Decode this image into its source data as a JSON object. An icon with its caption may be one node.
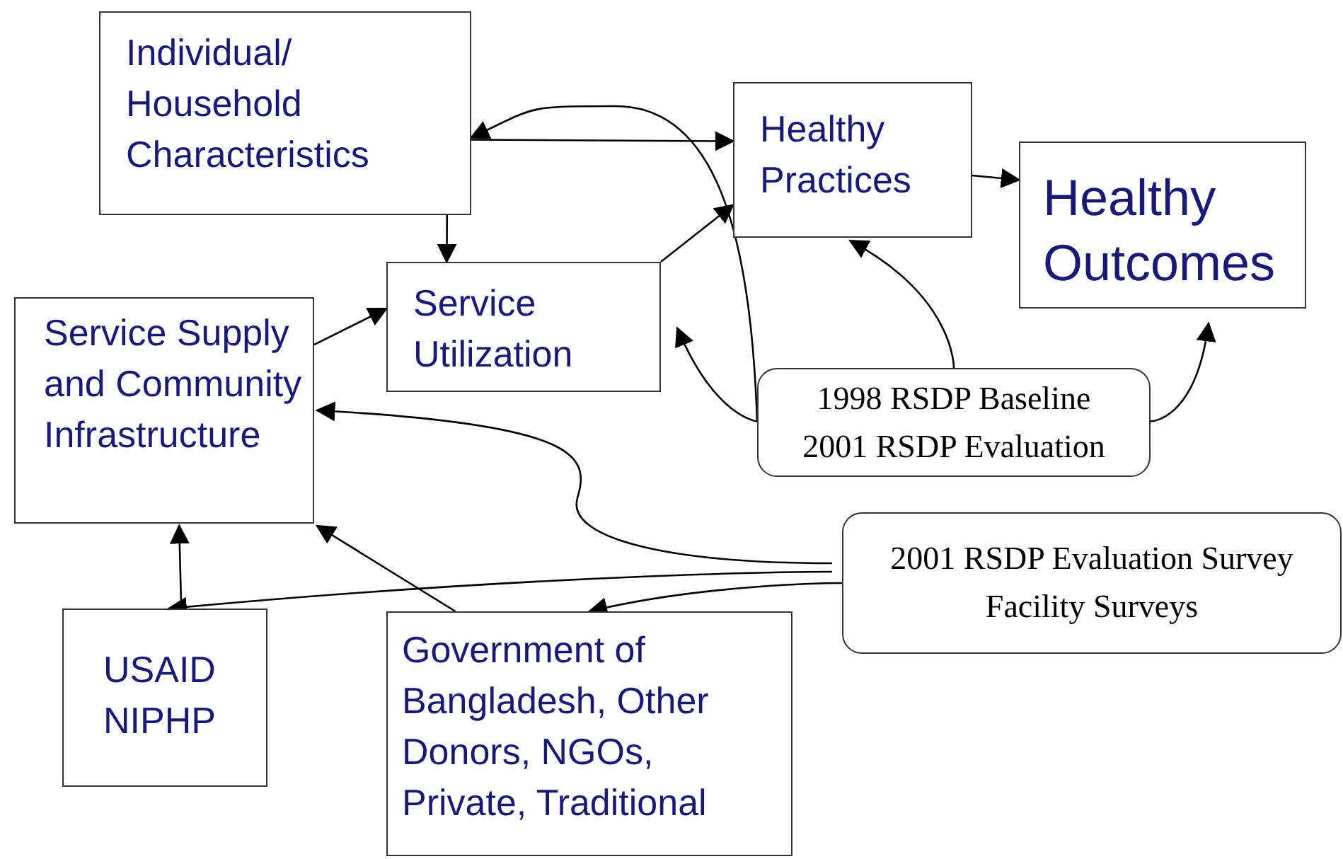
{
  "diagram": {
    "nodes": [
      {
        "text": [
          "Individual/ Household Characteristics"
        ]
      },
      {
        "text": [
          "Healthy Practices"
        ]
      },
      {
        "text": [
          "Healthy Outcomes"
        ]
      },
      {
        "text": [
          "Service Utilization"
        ]
      },
      {
        "text": [
          "Service Supply and Community Infrastructure"
        ]
      },
      {
        "text": [
          "1998 RSDP Baseline",
          "2001 RSDP Evaluation"
        ]
      },
      {
        "text": [
          "2001 RSDP Evaluation Survey",
          "Facility Surveys"
        ]
      },
      {
        "text": [
          "USAID",
          "NIPHP"
        ]
      },
      {
        "text": [
          "Government of Bangladesh, Other Donors, NGOs, Private, Traditional"
        ]
      }
    ],
    "edges": [
      {
        "from": 0,
        "to": 1,
        "arrow": "to"
      },
      {
        "from": 0,
        "to": 3,
        "arrow": "to"
      },
      {
        "from": 4,
        "to": 3,
        "arrow": "to"
      },
      {
        "from": 3,
        "to": 1,
        "arrow": "to"
      },
      {
        "from": 1,
        "to": 2,
        "arrow": "to"
      },
      {
        "from": 5,
        "to": 0,
        "arrow": "to"
      },
      {
        "from": 5,
        "to": 3,
        "arrow": "to"
      },
      {
        "from": 5,
        "to": 1,
        "arrow": "to"
      },
      {
        "from": 5,
        "to": 2,
        "arrow": "to"
      },
      {
        "from": 6,
        "to": 4,
        "arrow": "to"
      },
      {
        "from": 6,
        "to": 7,
        "arrow": "to"
      },
      {
        "from": 6,
        "to": 8,
        "arrow": "to"
      },
      {
        "from": 7,
        "to": 4,
        "arrow": "to"
      },
      {
        "from": 8,
        "to": 4,
        "arrow": "to"
      }
    ]
  }
}
